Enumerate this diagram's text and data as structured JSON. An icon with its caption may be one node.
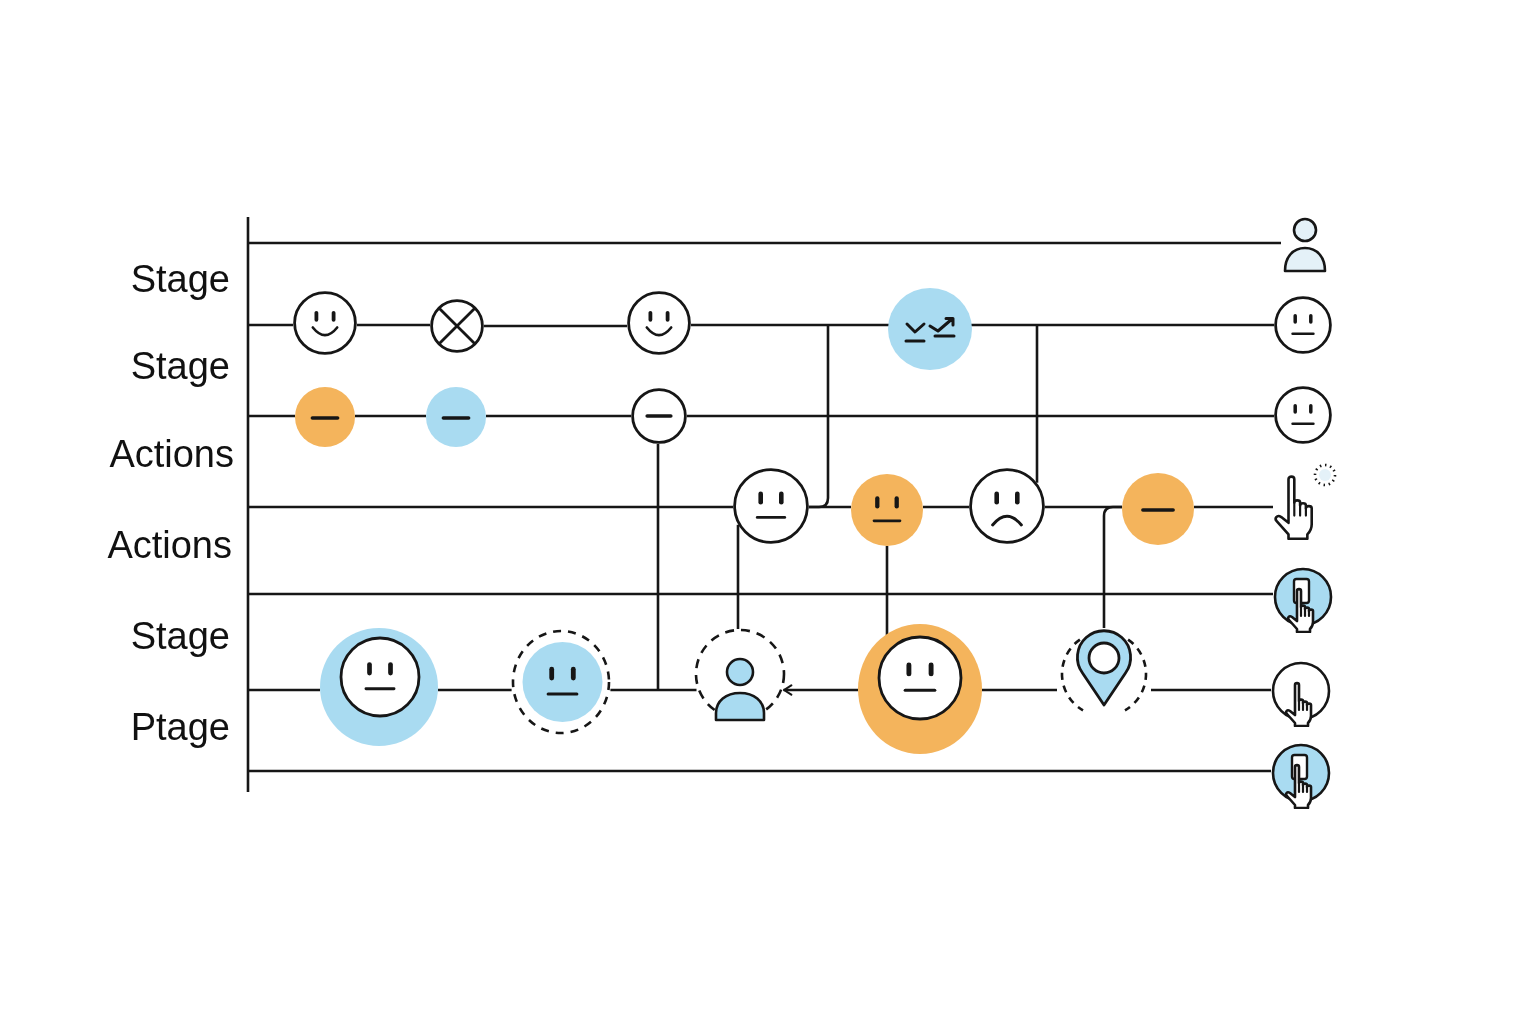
{
  "diagram": {
    "nodes": [
      {
        "text": [],
        "shape": "person"
      },
      {
        "text": [],
        "shape": "circle"
      },
      {
        "text": [],
        "shape": "circle"
      },
      {
        "text": [],
        "shape": "circle"
      },
      {
        "text": [],
        "shape": "circle"
      },
      {
        "text": [],
        "shape": "circle"
      },
      {
        "text": [],
        "shape": "circle"
      },
      {
        "text": [],
        "shape": "circle"
      },
      {
        "text": [],
        "shape": "circle"
      },
      {
        "text": [],
        "shape": "circle"
      },
      {
        "text": [],
        "shape": "circle"
      },
      {
        "text": [],
        "shape": "circle"
      },
      {
        "text": [],
        "shape": "circle"
      },
      {
        "text": [],
        "shape": "circle"
      },
      {
        "text": [],
        "shape": "hand"
      },
      {
        "text": [],
        "shape": "hand"
      },
      {
        "text": [],
        "shape": "circle"
      },
      {
        "text": [],
        "shape": "circle"
      },
      {
        "text": [],
        "shape": "person"
      },
      {
        "text": [],
        "shape": "circle"
      },
      {
        "text": [],
        "shape": "pin"
      },
      {
        "text": [],
        "shape": "hand"
      },
      {
        "text": [],
        "shape": "hand"
      }
    ],
    "edges": [
      {
        "from": null,
        "to": 0,
        "arrow": "none"
      },
      {
        "from": null,
        "to": 1,
        "arrow": "none"
      },
      {
        "from": 1,
        "to": 2,
        "arrow": "none"
      },
      {
        "from": 2,
        "to": 3,
        "arrow": "none"
      },
      {
        "from": 3,
        "to": 4,
        "arrow": "none"
      },
      {
        "from": 4,
        "to": 5,
        "arrow": "none"
      },
      {
        "from": null,
        "to": 6,
        "arrow": "none"
      },
      {
        "from": 6,
        "to": 7,
        "arrow": "none"
      },
      {
        "from": 7,
        "to": 8,
        "arrow": "none"
      },
      {
        "from": 8,
        "to": 9,
        "arrow": "none"
      },
      {
        "from": null,
        "to": 10,
        "arrow": "none"
      },
      {
        "from": 10,
        "to": 11,
        "arrow": "none"
      },
      {
        "from": 11,
        "to": 12,
        "arrow": "none"
      },
      {
        "from": 12,
        "to": 13,
        "arrow": "none"
      },
      {
        "from": 13,
        "to": 14,
        "arrow": "none"
      },
      {
        "from": null,
        "to": 15,
        "arrow": "none"
      },
      {
        "from": null,
        "to": 16,
        "arrow": "none"
      },
      {
        "from": 16,
        "to": 17,
        "arrow": "none"
      },
      {
        "from": 17,
        "to": 18,
        "arrow": "none"
      },
      {
        "from": 19,
        "to": 18,
        "arrow": "to"
      },
      {
        "from": 19,
        "to": 20,
        "arrow": "none"
      },
      {
        "from": 20,
        "to": 21,
        "arrow": "none"
      },
      {
        "from": null,
        "to": 22,
        "arrow": "none"
      },
      {
        "from": 8,
        "to": null,
        "arrow": "none"
      },
      {
        "from": 10,
        "to": 18,
        "arrow": "none"
      },
      {
        "from": 10,
        "to": null,
        "arrow": "none"
      },
      {
        "from": 11,
        "to": 19,
        "arrow": "none"
      },
      {
        "from": 12,
        "to": null,
        "arrow": "none"
      },
      {
        "from": 13,
        "to": 20,
        "arrow": "none"
      }
    ],
    "labels": [
      "Stage",
      "Stage",
      "Actions",
      "Actions",
      "Stage",
      "Ptage"
    ]
  }
}
